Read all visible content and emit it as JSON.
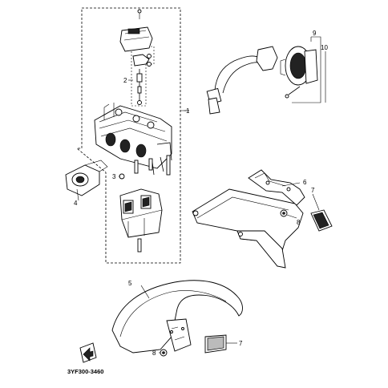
{
  "diagram": {
    "code": "3YF300-3460",
    "callouts": {
      "c1": "1",
      "c2": "2",
      "c3": "3",
      "c4": "4",
      "c5": "5",
      "c6": "6",
      "c7a": "7",
      "c7b": "7",
      "c8a": "8",
      "c8b": "8",
      "c9": "9",
      "c10": "10"
    }
  }
}
